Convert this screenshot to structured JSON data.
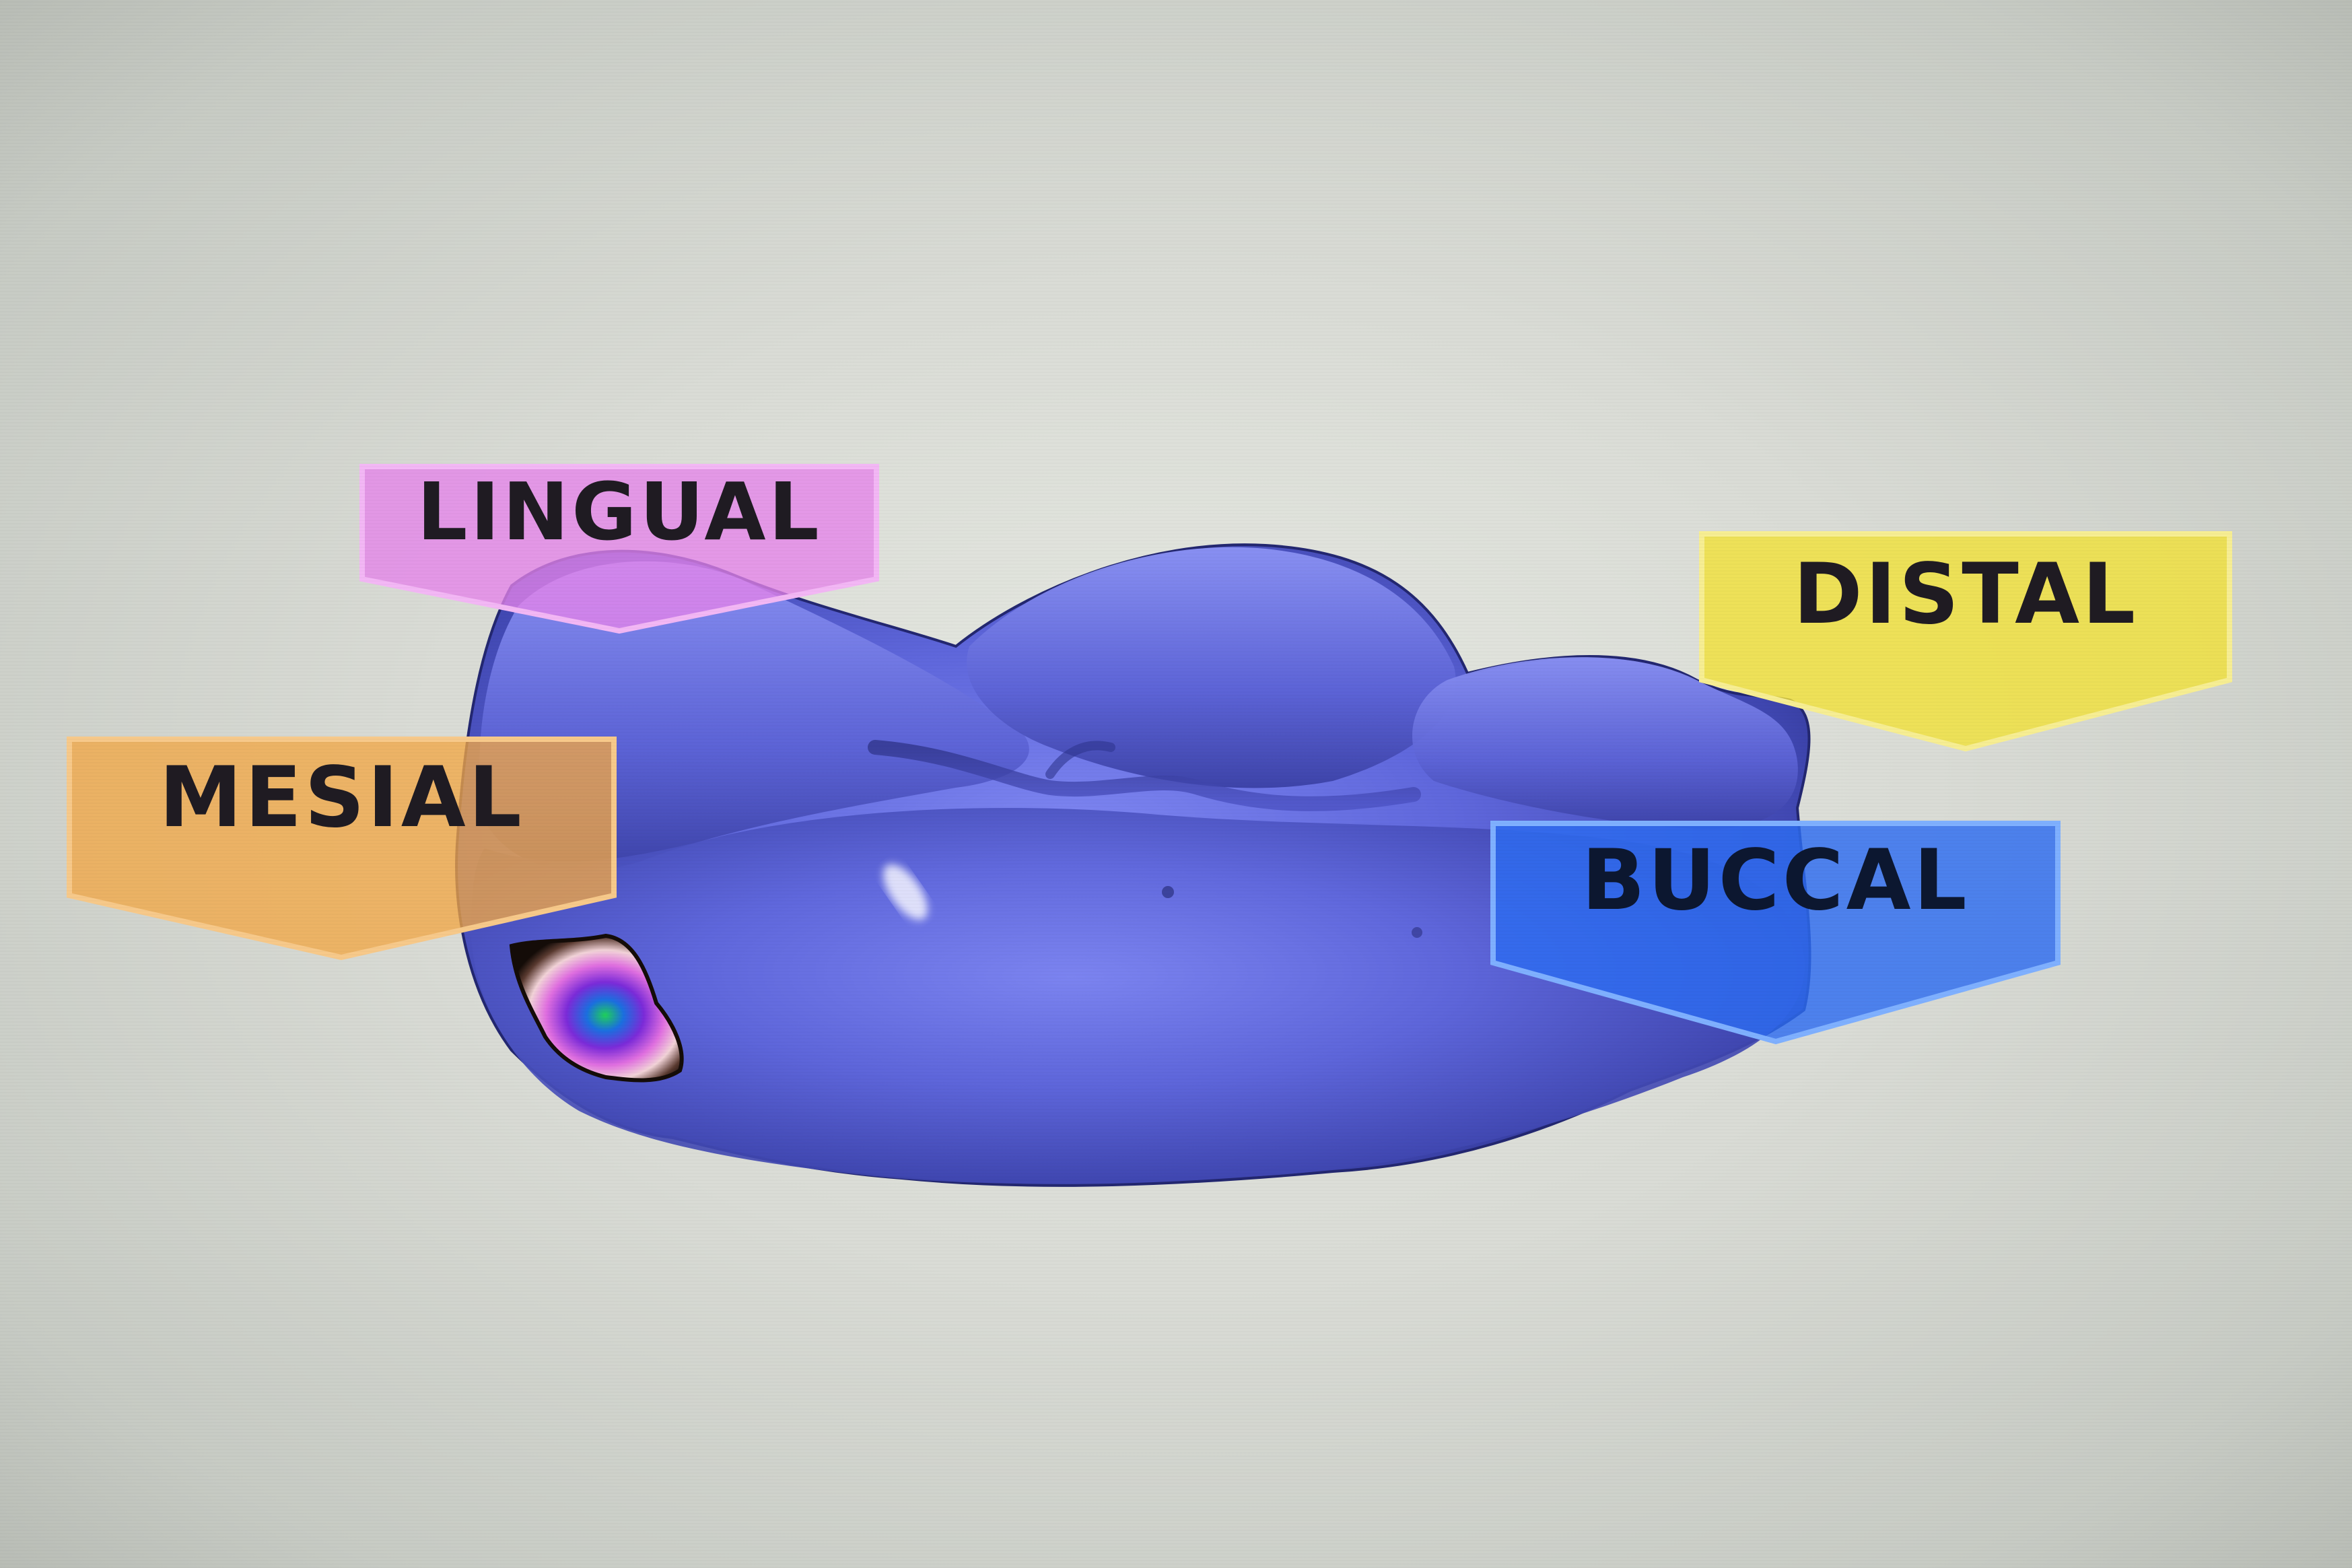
{
  "labels": {
    "lingual": "LINGUAL",
    "mesial": "MESIAL",
    "distal": "DISTAL",
    "buccal": "BUCCAL"
  },
  "icons": {
    "tooth": "tooth-model-icon",
    "contact_map": "contact-heatmap-icon"
  },
  "colors": {
    "lingual": "#e07ae6",
    "mesial": "#f0a63e",
    "distal": "#f2e23a",
    "buccal": "#2f6ef0",
    "tooth": "#5d63d8",
    "background": "#dadcd6"
  }
}
